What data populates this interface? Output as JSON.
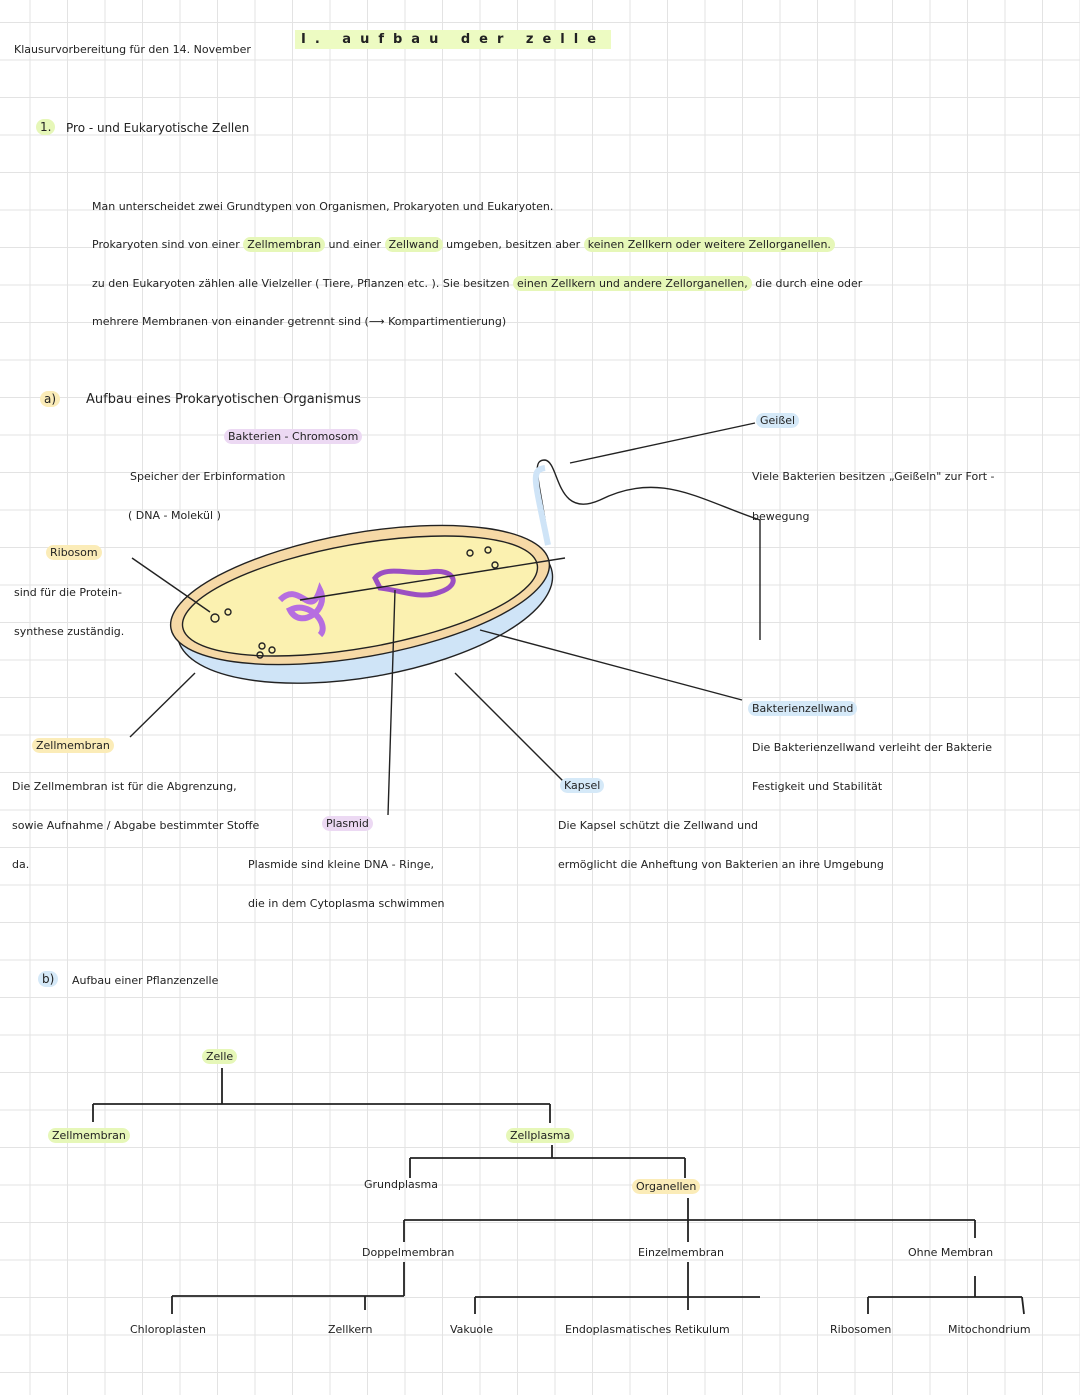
{
  "header": {
    "subtitle": "Klausurvorbereitung für den 14. November",
    "title": "I.  aufbau der zelle"
  },
  "section1": {
    "number": "1.",
    "heading": "Pro - und Eukaryotische Zellen",
    "lines": [
      "Man unterscheidet zwei Grundtypen von Organismen, Prokaryoten und Eukaryoten.",
      [
        "Prokaryoten sind von einer ",
        "Zellmembran",
        " und einer ",
        "Zellwand",
        " umgeben, besitzen aber ",
        "keinen Zellkern oder weitere Zellorganellen."
      ],
      [
        "zu den Eukaryoten zählen alle Vielzeller ( Tiere, Pflanzen etc. ). Sie besitzen ",
        "einen Zellkern und andere Zellorganellen,",
        " die durch eine oder"
      ],
      "mehrere Membranen von einander getrennt sind (⟶ Kompartimentierung)"
    ]
  },
  "section_a": {
    "letter": "a)",
    "heading": "Aufbau eines Prokaryotischen Organismus",
    "labels": {
      "chromosom": "Bakterien - Chromosom",
      "chromosom_desc1": "Speicher der Erbinformation",
      "chromosom_desc2": "( DNA - Molekül )",
      "ribosom": "Ribosom",
      "ribosom_desc1": "sind für die Protein-",
      "ribosom_desc2": "synthese zuständig.",
      "zellmembran": "Zellmembran",
      "zellmembran_desc1": "Die Zellmembran ist für die Abgrenzung,",
      "zellmembran_desc2": "sowie Aufnahme / Abgabe bestimmter Stoffe",
      "zellmembran_desc3": "da.",
      "plasmid": "Plasmid",
      "plasmid_desc1": "Plasmide sind kleine DNA - Ringe,",
      "plasmid_desc2": "die in dem Cytoplasma schwimmen",
      "geissel": "Geißel",
      "geissel_desc1": "Viele Bakterien besitzen „Geißeln\" zur Fort -",
      "geissel_desc2": "bewegung",
      "zellwand": "Bakterienzellwand",
      "zellwand_desc1": "Die Bakterienzellwand verleiht der Bakterie",
      "zellwand_desc2": "Festigkeit und Stabilität",
      "kapsel": "Kapsel",
      "kapsel_desc1": "Die Kapsel schützt die Zellwand und",
      "kapsel_desc2": "ermöglicht die Anheftung von Bakterien an ihre Umgebung"
    },
    "colors": {
      "capsule": "#cfe4f7",
      "wall": "#f6d9a6",
      "cytoplasm": "#fbf1b0",
      "dna": "#9b4fc2"
    }
  },
  "section_b": {
    "letter": "b)",
    "heading": "Aufbau einer Pflanzenzelle",
    "tree": {
      "root": "Zelle",
      "zellmembran": "Zellmembran",
      "zellplasma": "Zellplasma",
      "grundplasma": "Grundplasma",
      "organellen": "Organellen",
      "doppel": "Doppelmembran",
      "einzel": "Einzelmembran",
      "ohne": "Ohne Membran",
      "chloroplasten": "Chloroplasten",
      "zellkern": "Zellkern",
      "vakuole": "Vakuole",
      "er": "Endoplasmatisches Retikulum",
      "ribosomen": "Ribosomen",
      "mitochondrium": "Mitochondrium"
    }
  }
}
